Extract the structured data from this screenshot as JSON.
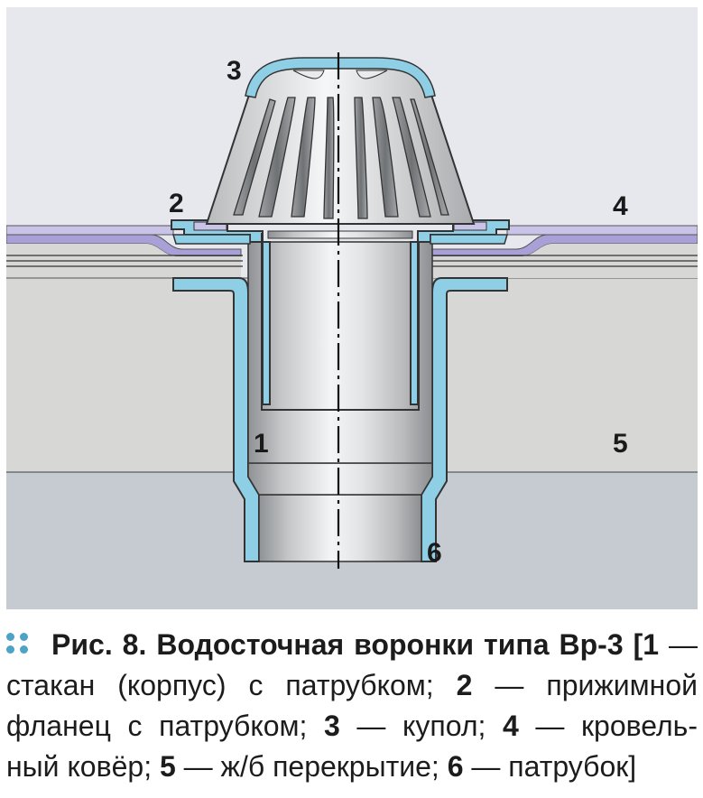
{
  "figure": {
    "callouts": {
      "c1": "1",
      "c2": "2",
      "c3": "3",
      "c4": "4",
      "c5": "5",
      "c6": "6"
    },
    "colors": {
      "background": "#e6e8ee",
      "slab": "#d7d7d5",
      "lower_slab": "#c6cbd1",
      "roof_membrane": "#a8a0d6",
      "steel_blue": "#8fcfe6",
      "metal_light": "#eef0f1",
      "metal_dark": "#9a9c9f"
    }
  },
  "caption": {
    "marker_icon": "four-dots-icon",
    "fig_label": "Рис. 8.",
    "title": "Водосточная воронки типа Вр-3 [",
    "items": [
      {
        "num": "1",
        "text": " — стакан (корпус) с патрубком; "
      },
      {
        "num": "2",
        "text": " — прижимной фланец с патрубком; "
      },
      {
        "num": "3",
        "text": " — купол; "
      },
      {
        "num": "4",
        "text": " — кровельный ковёр; "
      },
      {
        "num": "5",
        "text": " — ж/б перекрытие; "
      },
      {
        "num": "6",
        "text": " — патрубок]"
      }
    ],
    "line_parts": {
      "l1_dash": " —",
      "l2_pre": "стакан (корпус) с патрубком; ",
      "l2_dash": " — прижимной",
      "l3_pre": "фланец с патрубком; ",
      "l3_mid": " — купол; ",
      "l3_post": " — кровель-",
      "l4_pre": "ный ковёр; ",
      "l4_mid": " — ж/б перекрытие; ",
      "l4_post": " — патрубок]"
    }
  }
}
